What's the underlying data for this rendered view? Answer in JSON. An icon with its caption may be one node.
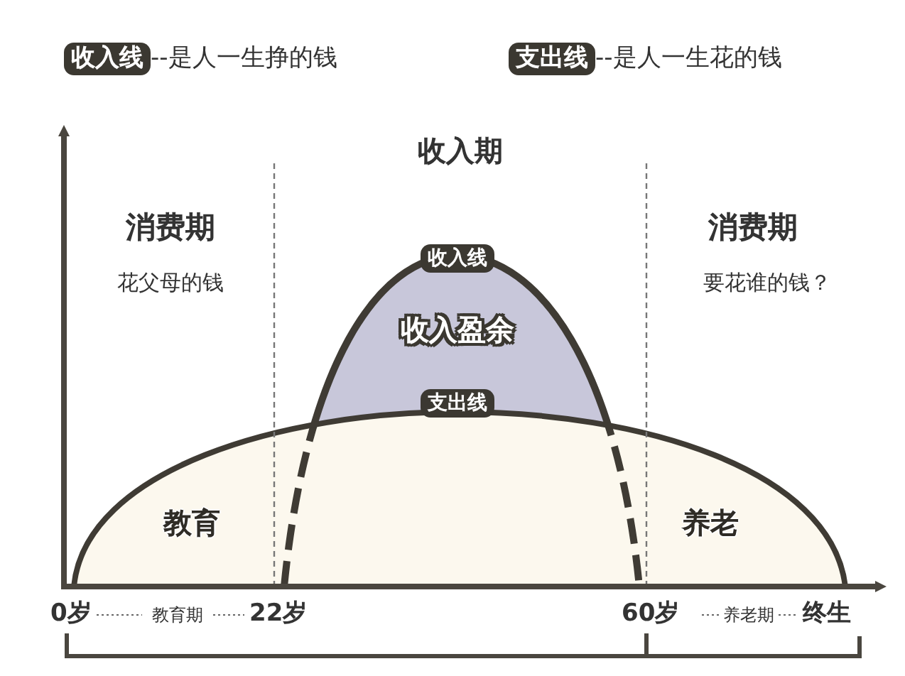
{
  "diagram": {
    "labels": [
      "收入线",
      "--是人一生挣的钱",
      "支出线",
      "--是人一生花的钱",
      "收入期",
      "消费期",
      "花父母的钱",
      "消费期",
      "要花谁的钱？",
      "收入线",
      "收入盈余",
      "支出线",
      "教育",
      "养老",
      "0岁",
      "教育期",
      "22岁",
      "60岁",
      "养老期",
      "终生"
    ]
  }
}
